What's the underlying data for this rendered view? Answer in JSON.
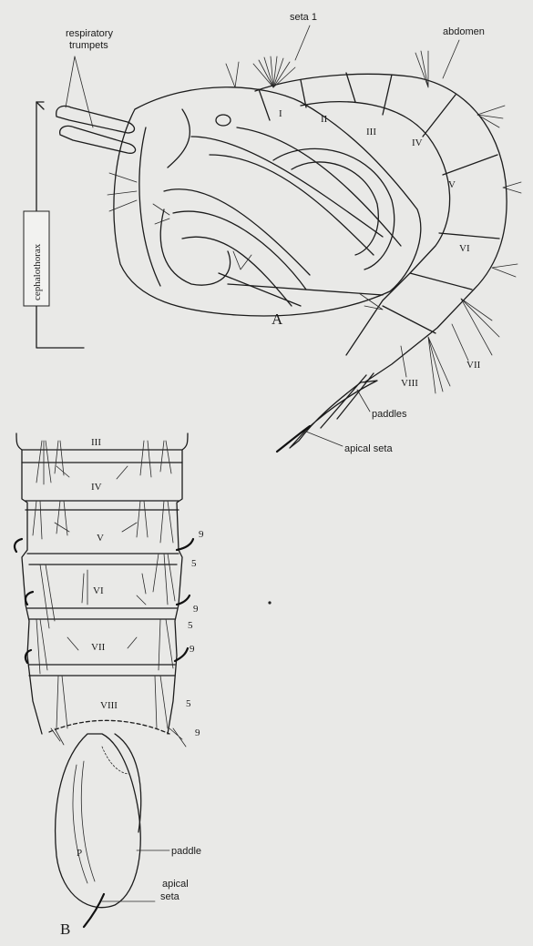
{
  "figure_a": {
    "panel_letter": "A",
    "labels": {
      "respiratory_trumpets_line1": "respiratory",
      "respiratory_trumpets_line2": "trumpets",
      "cephalothorax": "cephalothorax",
      "seta_1": "seta 1",
      "abdomen": "abdomen",
      "paddles": "paddles",
      "apical_seta": "apical seta"
    },
    "segments": [
      "I",
      "II",
      "III",
      "IV",
      "V",
      "VI",
      "VII",
      "VIII"
    ]
  },
  "figure_b": {
    "panel_letter": "B",
    "segments": [
      "III",
      "IV",
      "V",
      "VI",
      "VII",
      "VIII"
    ],
    "paddle_letter": "P",
    "seta_numbers": [
      "9",
      "5",
      "9",
      "5",
      "9",
      "5",
      "9"
    ],
    "labels": {
      "paddle": "paddle",
      "apical_seta_line1": "apical",
      "apical_seta_line2": "seta"
    }
  }
}
